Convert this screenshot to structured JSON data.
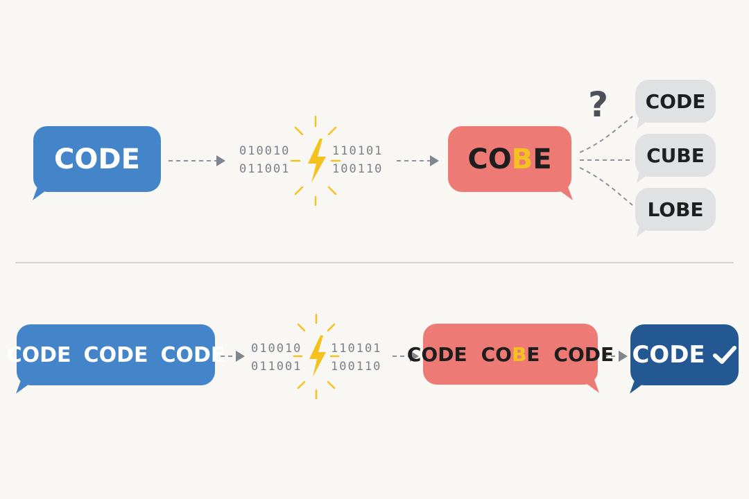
{
  "top_row": {
    "source": "CODE",
    "bits_left": [
      "010010",
      "011001"
    ],
    "bits_right": [
      "110101",
      "100110"
    ],
    "received": {
      "before": "CO",
      "error_letter": "B",
      "after": "E"
    },
    "question_mark": "?",
    "candidates": [
      "CODE",
      "CUBE",
      "LOBE"
    ]
  },
  "bottom_row": {
    "source": [
      "CODE",
      "CODE",
      "CODE"
    ],
    "bits_left": [
      "010010",
      "011001"
    ],
    "bits_right": [
      "110101",
      "100110"
    ],
    "received": {
      "first": "CODE",
      "middle_before": "CO",
      "middle_error_letter": "B",
      "middle_after": "E",
      "last": "CODE"
    },
    "result": "CODE",
    "result_icon": "checkmark-icon"
  },
  "colors": {
    "source_blue": "#4385c8",
    "error_red": "#ee7a76",
    "candidate_gray": "#dfe1e3",
    "result_navy": "#235893",
    "spark_yellow": "#f4c21e"
  }
}
